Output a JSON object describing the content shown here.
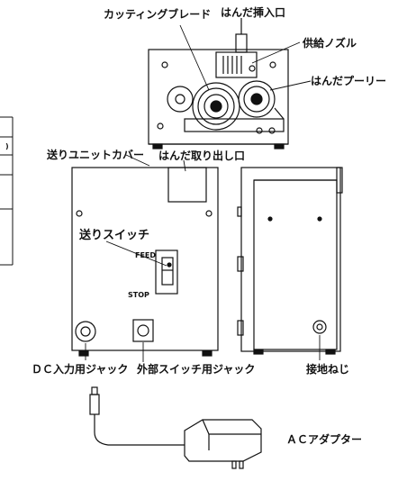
{
  "labels": {
    "cutting_blade": "カッティングブレード",
    "solder_inlet": "はんだ挿入口",
    "feed_nozzle": "供給ノズル",
    "solder_pulley": "はんだプーリー",
    "feed_unit_cover": "送りユニットカバー",
    "solder_outlet": "はんだ取り出し口",
    "feed_switch": "送りスイッチ",
    "feed_text": "FEED",
    "stop_text": "STOP",
    "dc_jack": "ＤＣ入力用ジャック",
    "ext_switch_jack": "外部スイッチ用ジャック",
    "ground_screw": "接地ねじ",
    "ac_adapter": "ＡＣアダプター",
    "table_fragment": ")"
  }
}
